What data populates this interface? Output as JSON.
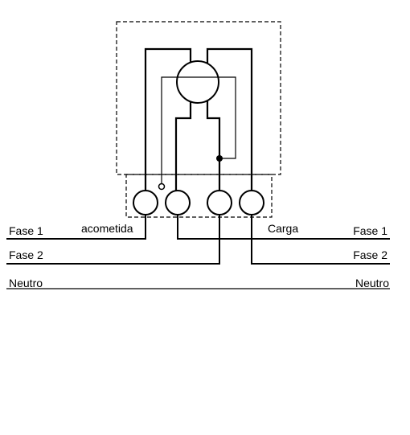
{
  "labels": {
    "left_fase1": "Fase 1",
    "left_fase2": "Fase 2",
    "left_neutro": "Neutro",
    "acometida": "acometida",
    "carga": "Carga",
    "right_fase1": "Fase 1",
    "right_fase2": "Fase 2",
    "right_neutro": "Neutro"
  },
  "colors": {
    "line": "#000000",
    "background": "#ffffff"
  }
}
